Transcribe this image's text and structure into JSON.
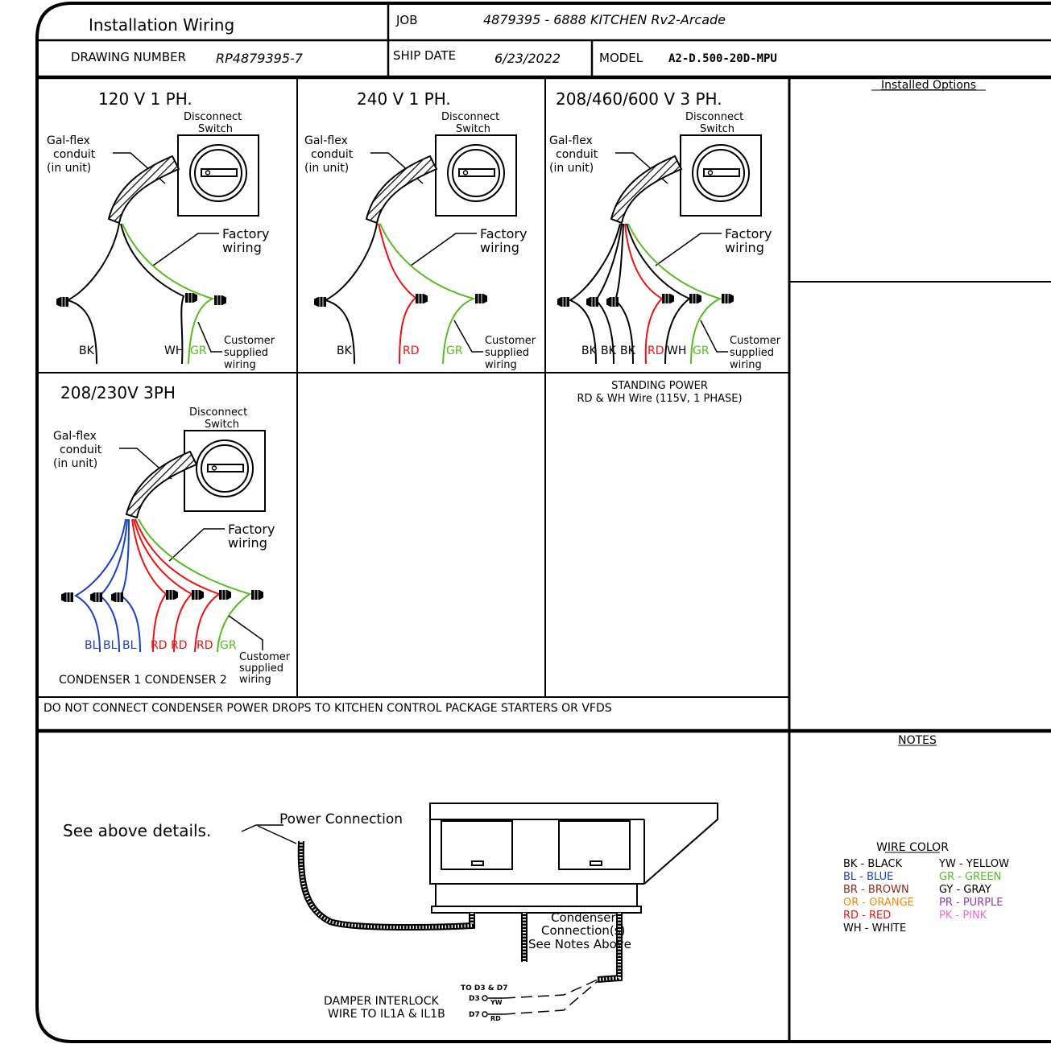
{
  "title_block": {
    "title": "Installation Wiring",
    "job_label": "JOB",
    "job_value": "4879395 - 6888 KITCHEN Rv2-Arcade",
    "drawing_number_label": "DRAWING NUMBER",
    "drawing_number_value": "RP4879395-7",
    "ship_date_label": "SHIP DATE",
    "ship_date_value": "6/23/2022",
    "model_label": "MODEL",
    "model_value": "A2-D.500-20D-MPU"
  },
  "common": {
    "disconnect_line1": "Disconnect",
    "disconnect_line2": "Switch",
    "conduit_line1": "Gal-flex",
    "conduit_line2": "conduit",
    "conduit_line3": "(in unit)",
    "factory_line1": "Factory",
    "factory_line2": "wiring",
    "customer_line1": "Customer",
    "customer_line2": "supplied",
    "customer_line3": "wiring"
  },
  "panels": {
    "p1": {
      "title": "120 V 1 PH.",
      "labels": [
        "BK",
        "WH",
        "GR"
      ]
    },
    "p2": {
      "title": "240 V 1 PH.",
      "labels": [
        "BK",
        "RD",
        "GR"
      ]
    },
    "p3": {
      "title": "208/460/600 V 3 PH.",
      "labels": [
        "BK",
        "BK",
        "BK",
        "RD",
        "WH",
        "GR"
      ]
    },
    "p4": {
      "title": "208/230V 3PH",
      "labels": [
        "BL",
        "BL",
        "BL",
        "RD",
        "RD",
        "RD",
        "GR"
      ],
      "footer": "CONDENSER 1 CONDENSER 2"
    },
    "standing_power_line1": "STANDING POWER",
    "standing_power_line2": "RD & WH Wire (115V, 1 PHASE)"
  },
  "warning": "DO NOT CONNECT CONDENSER POWER DROPS TO KITCHEN CONTROL PACKAGE STARTERS OR VFDS",
  "side": {
    "installed_options": "Installed Options",
    "notes": "NOTES",
    "wire_color_title": "WIRE COLOR",
    "wire_colors_left": [
      {
        "text": "BK - BLACK",
        "color": "#000000"
      },
      {
        "text": "BL - BLUE",
        "color": "#1a3fc8"
      },
      {
        "text": "BR - BROWN",
        "color": "#8b2a1a"
      },
      {
        "text": "OR - ORANGE",
        "color": "#f08a00"
      },
      {
        "text": "RD - RED",
        "color": "#ee1111"
      },
      {
        "text": "WH - WHITE",
        "color": "#000000"
      }
    ],
    "wire_colors_right": [
      {
        "text": "YW - YELLOW",
        "color": "#000000"
      },
      {
        "text": "GR - GREEN",
        "color": "#55bb22"
      },
      {
        "text": "GY - GRAY",
        "color": "#000000"
      },
      {
        "text": "PR - PURPLE",
        "color": "#8a3ab5"
      },
      {
        "text": "PK - PINK",
        "color": "#ee66cc"
      }
    ]
  },
  "bottom": {
    "see_above": "See above details.",
    "power_connection": "Power Connection",
    "condenser_line1": "Condenser",
    "condenser_line2": "Connection(s)",
    "condenser_line3": "See Notes Above",
    "damper_line1": "DAMPER INTERLOCK",
    "damper_line2": "WIRE TO IL1A & IL1B",
    "to_d3_d7": "TO D3 & D7",
    "d3": "D3",
    "d7": "D7",
    "yw": "YW",
    "rd": "RD"
  },
  "colors": {
    "red": "#ee1111",
    "green": "#55bb22",
    "blue": "#1a3fc8",
    "black": "#000000"
  }
}
